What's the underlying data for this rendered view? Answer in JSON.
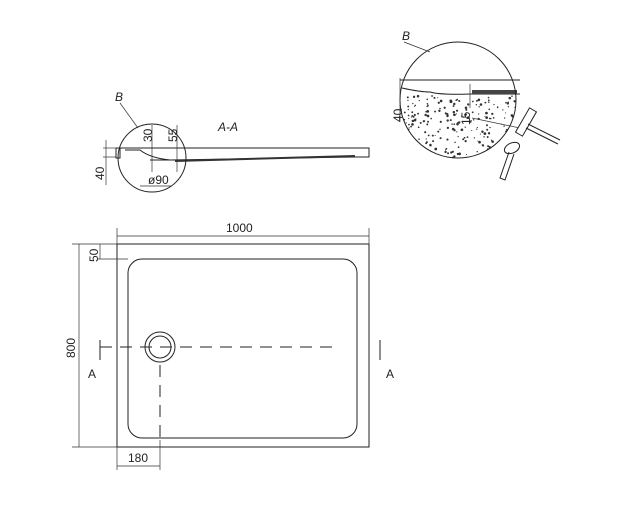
{
  "plan": {
    "width_label": "1000",
    "height_label": "800",
    "rim_label": "50",
    "drain_offset_label": "180",
    "section_left": "A",
    "section_right": "A"
  },
  "section": {
    "title": "A-A",
    "detail_ref": "B",
    "height_label": "40",
    "dim_30": "30",
    "dim_55": "55",
    "drain_diameter": "ø90"
  },
  "detail": {
    "ref": "B",
    "height_label": "40",
    "dim_15": "15"
  }
}
